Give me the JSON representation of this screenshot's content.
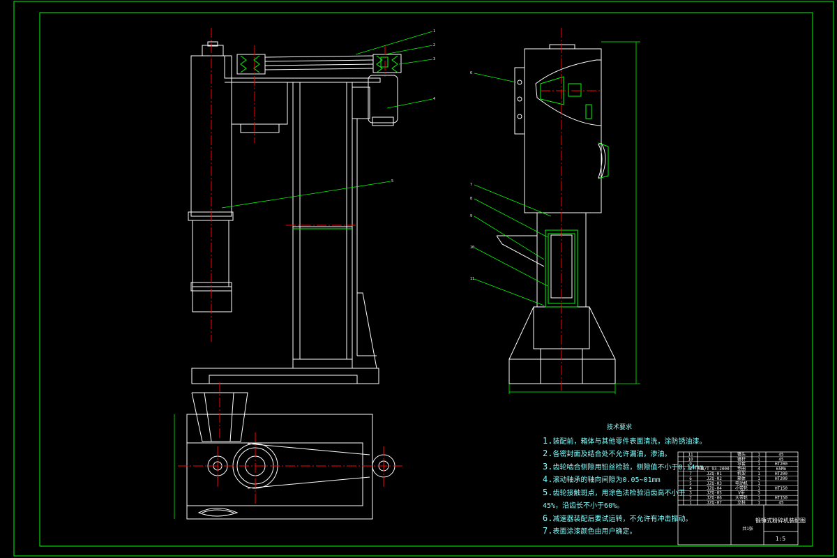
{
  "drawing": {
    "tech_requirements": {
      "title": "技术要求",
      "items": [
        {
          "num": "1.",
          "text": "装配前，箱体与其他零件表面清洗，涂防锈油漆。"
        },
        {
          "num": "2.",
          "text": "各密封面及结合处不允许漏油，渗油。"
        },
        {
          "num": "3.",
          "text": "齿轮啮合侧隙用铅丝检验，侧隙值不小于0.14mm"
        },
        {
          "num": "4.",
          "text": "滚动轴承的轴向间隙为0.05~01mm"
        },
        {
          "num": "5.",
          "text": "齿轮接触斑点，用涂色法检验沿齿高不小于"
        },
        {
          "num": "",
          "text": "45%，沿齿长不小于60%。"
        },
        {
          "num": "6.",
          "text": "减速器装配后要试运转，不允许有冲击振动。"
        },
        {
          "num": "7.",
          "text": "表面涂漆颜色由用户确定。"
        }
      ]
    },
    "part_callouts": [
      "1",
      "2",
      "3",
      "4",
      "5",
      "6",
      "7",
      "8",
      "9",
      "10",
      "11"
    ],
    "title_block": {
      "drawing_name": "锻锤式粉碎机装配图",
      "scale_label": "1:5",
      "sheet_label": "共1张",
      "part_rows": [
        {
          "no": "11",
          "code": "",
          "name": "锤头",
          "qty": "1",
          "mat": "45"
        },
        {
          "no": "10",
          "code": "",
          "name": "锤杆",
          "qty": "1",
          "mat": "45"
        },
        {
          "no": "9",
          "code": "",
          "name": "导套",
          "qty": "1",
          "mat": "HT200"
        },
        {
          "no": "8",
          "code": "GB/T 93-2000",
          "name": "垫圈",
          "qty": "4",
          "mat": "65Mn"
        },
        {
          "no": "7",
          "code": "JZQ-01",
          "name": "机架",
          "qty": "1",
          "mat": "HT200"
        },
        {
          "no": "6",
          "code": "JZQ-02",
          "name": "箱体",
          "qty": "1",
          "mat": "HT200"
        },
        {
          "no": "5",
          "code": "JZQ-03",
          "name": "电动机",
          "qty": "1",
          "mat": ""
        },
        {
          "no": "4",
          "code": "JZQ-04",
          "name": "小带轮",
          "qty": "1",
          "mat": "HT150"
        },
        {
          "no": "3",
          "code": "JZQ-05",
          "name": "V带",
          "qty": "3",
          "mat": ""
        },
        {
          "no": "2",
          "code": "JZQ-06",
          "name": "大带轮",
          "qty": "1",
          "mat": "HT150"
        },
        {
          "no": "1",
          "code": "JZQ-07",
          "name": "立柱",
          "qty": "1",
          "mat": "45"
        }
      ]
    },
    "colors": {
      "frame": "#00ff00",
      "outline": "#ffffff",
      "center_line": "#ff0000",
      "leader": "#00ff00",
      "hatch": "#00ff00",
      "text": "#7fffff"
    }
  }
}
